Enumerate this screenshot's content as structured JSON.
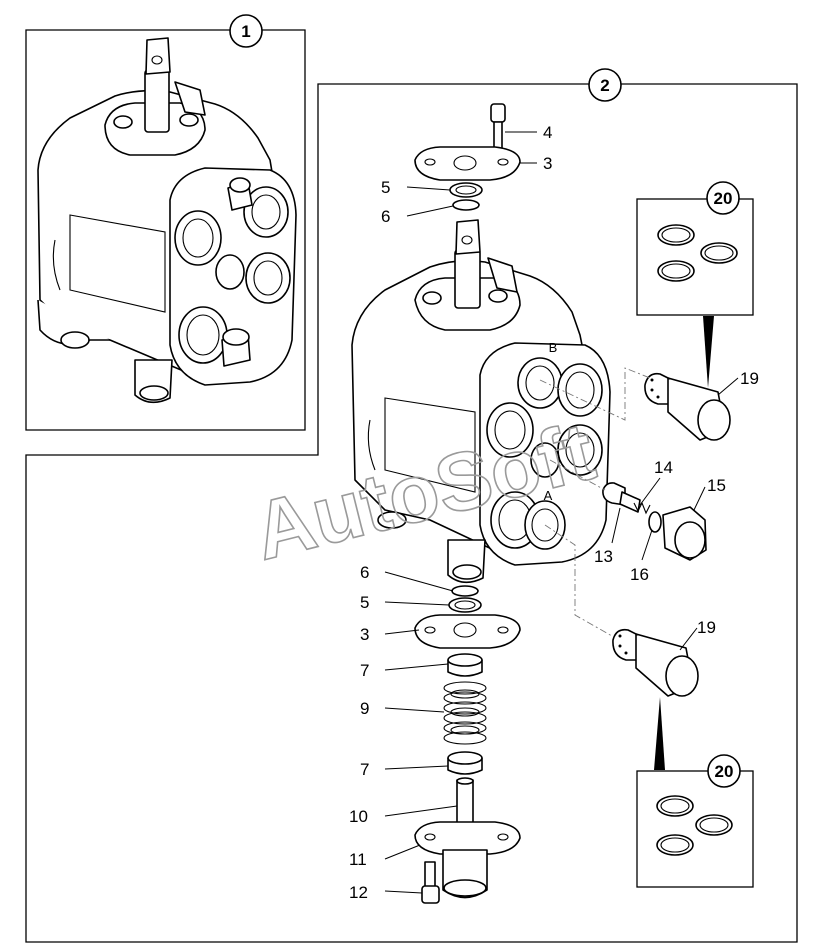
{
  "callouts": {
    "c1": "1",
    "c2": "2",
    "c20a": "20",
    "c20b": "20"
  },
  "labels": {
    "l4": "4",
    "l3a": "3",
    "l5a": "5",
    "l6a": "6",
    "l6b": "6",
    "l5b": "5",
    "l3b": "3",
    "l7a": "7",
    "l9": "9",
    "l7b": "7",
    "l10": "10",
    "l11": "11",
    "l12": "12",
    "l19a": "19",
    "l19b": "19",
    "l14": "14",
    "l15": "15",
    "l13": "13",
    "l16": "16"
  },
  "ports": {
    "portB": "B",
    "portA": "A"
  },
  "watermark": {
    "text": "AutoSoft"
  }
}
